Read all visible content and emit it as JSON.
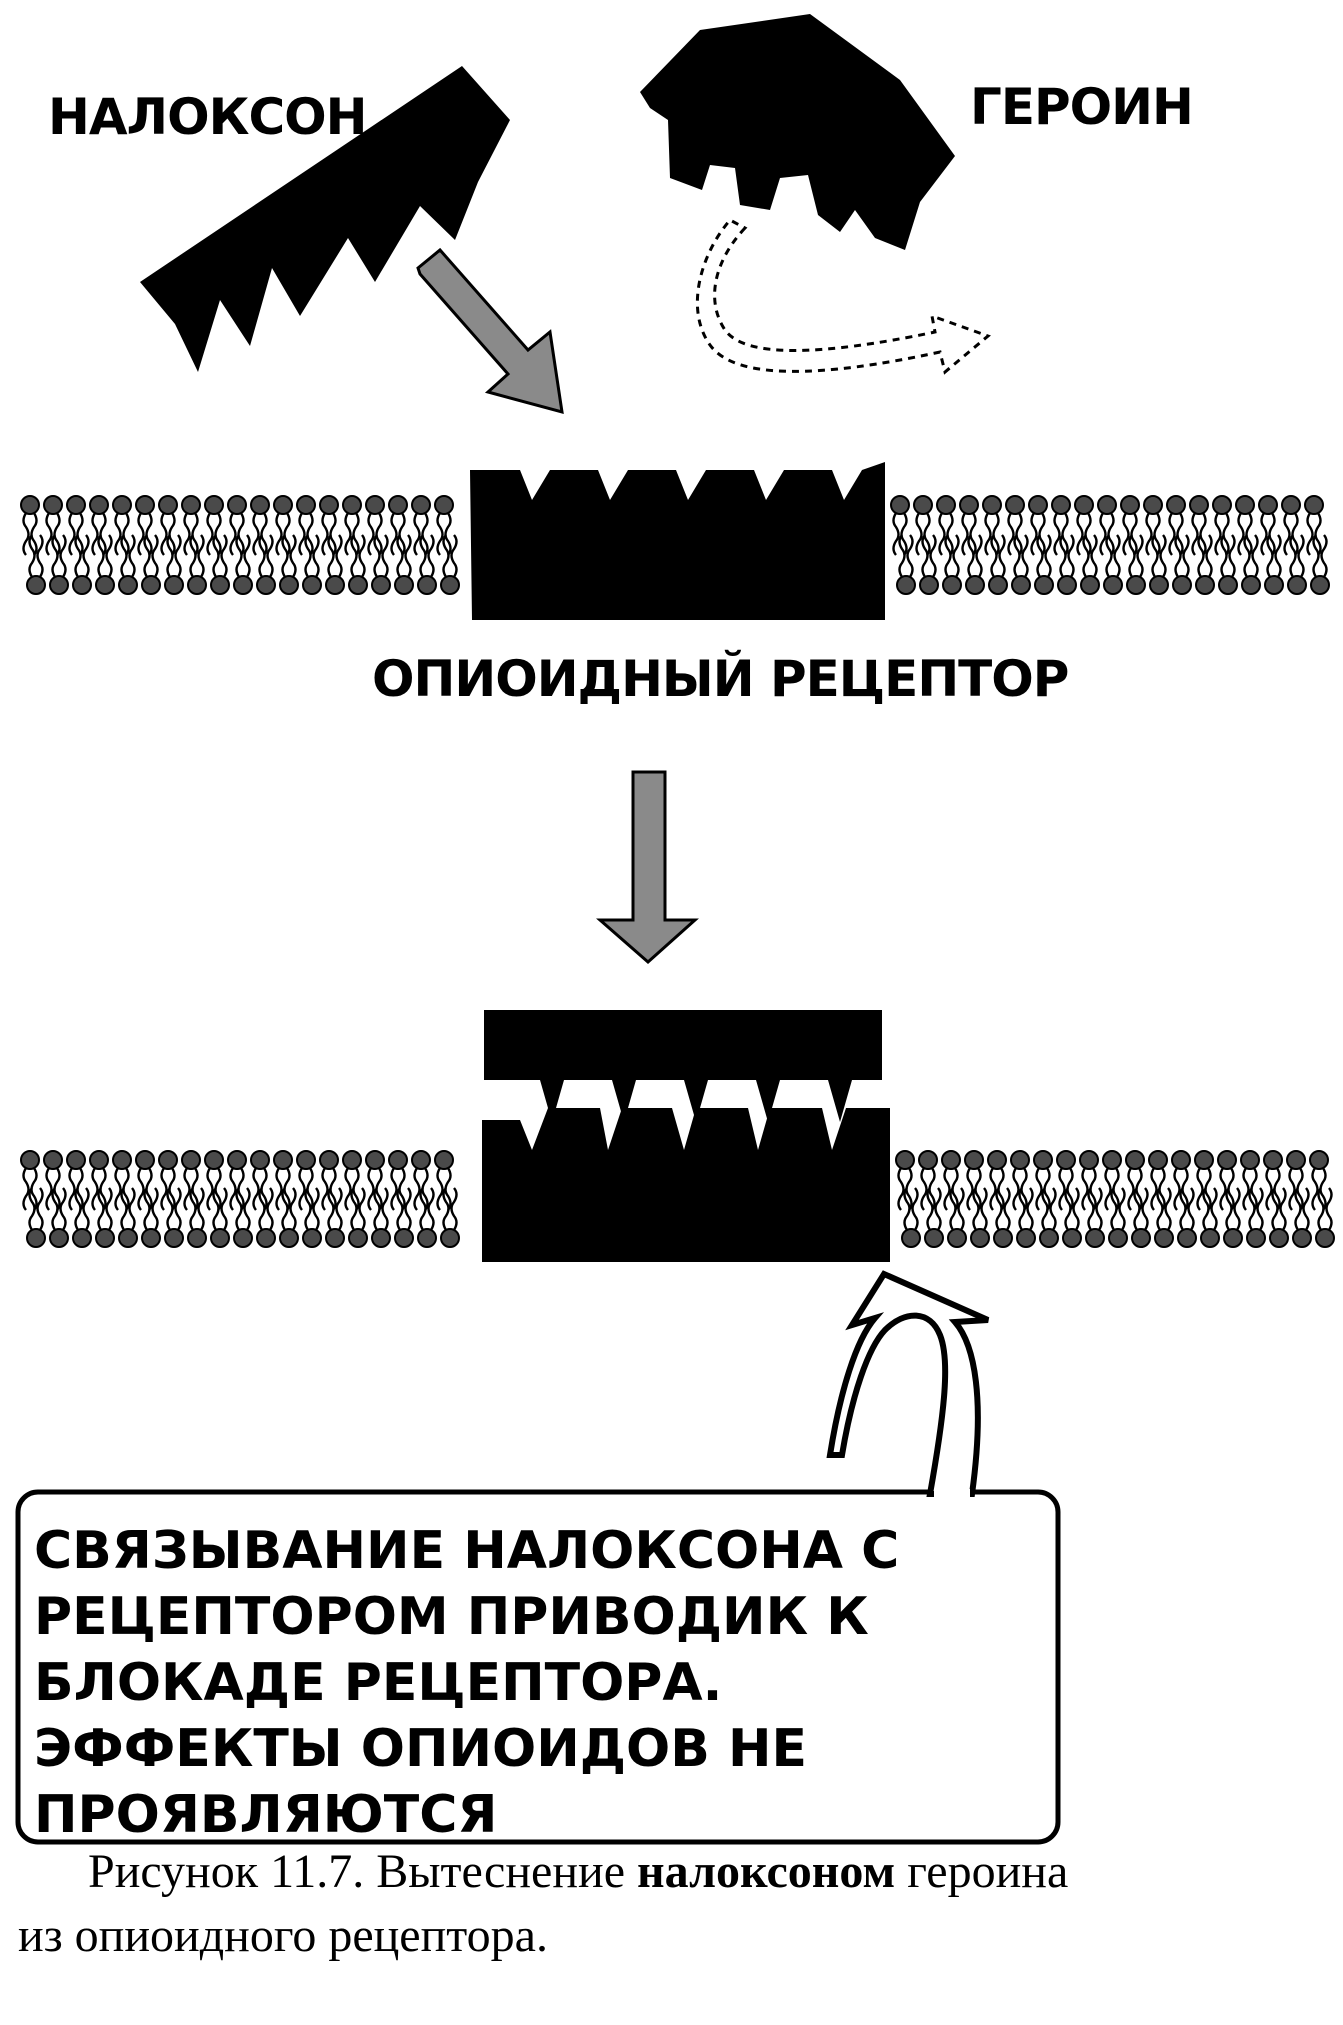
{
  "labels": {
    "naloxone": "НАЛОКСОН",
    "heroin": "ГЕРОИН",
    "receptor": "ОПИОИДНЫЙ РЕЦЕПТОР"
  },
  "callout": {
    "lines": [
      "СВЯЗЫВАНИЕ НАЛОКСОНА С",
      "РЕЦЕПТОРОМ ПРИВОДИК К",
      "БЛОКАДЕ РЕЦЕПТОРА.",
      "ЭФФЕКТЫ ОПИОИДОВ НЕ",
      "ПРОЯВЛЯЮТСЯ"
    ]
  },
  "caption": {
    "prefix": "Рисунок 11.7. Вытеснение ",
    "bold": "налоксоном",
    "suffix": "  героина",
    "line2": "из опиоидного рецептора."
  },
  "colors": {
    "ink": "#000000",
    "arrow_fill": "#8a8a8a",
    "background": "#ffffff"
  }
}
